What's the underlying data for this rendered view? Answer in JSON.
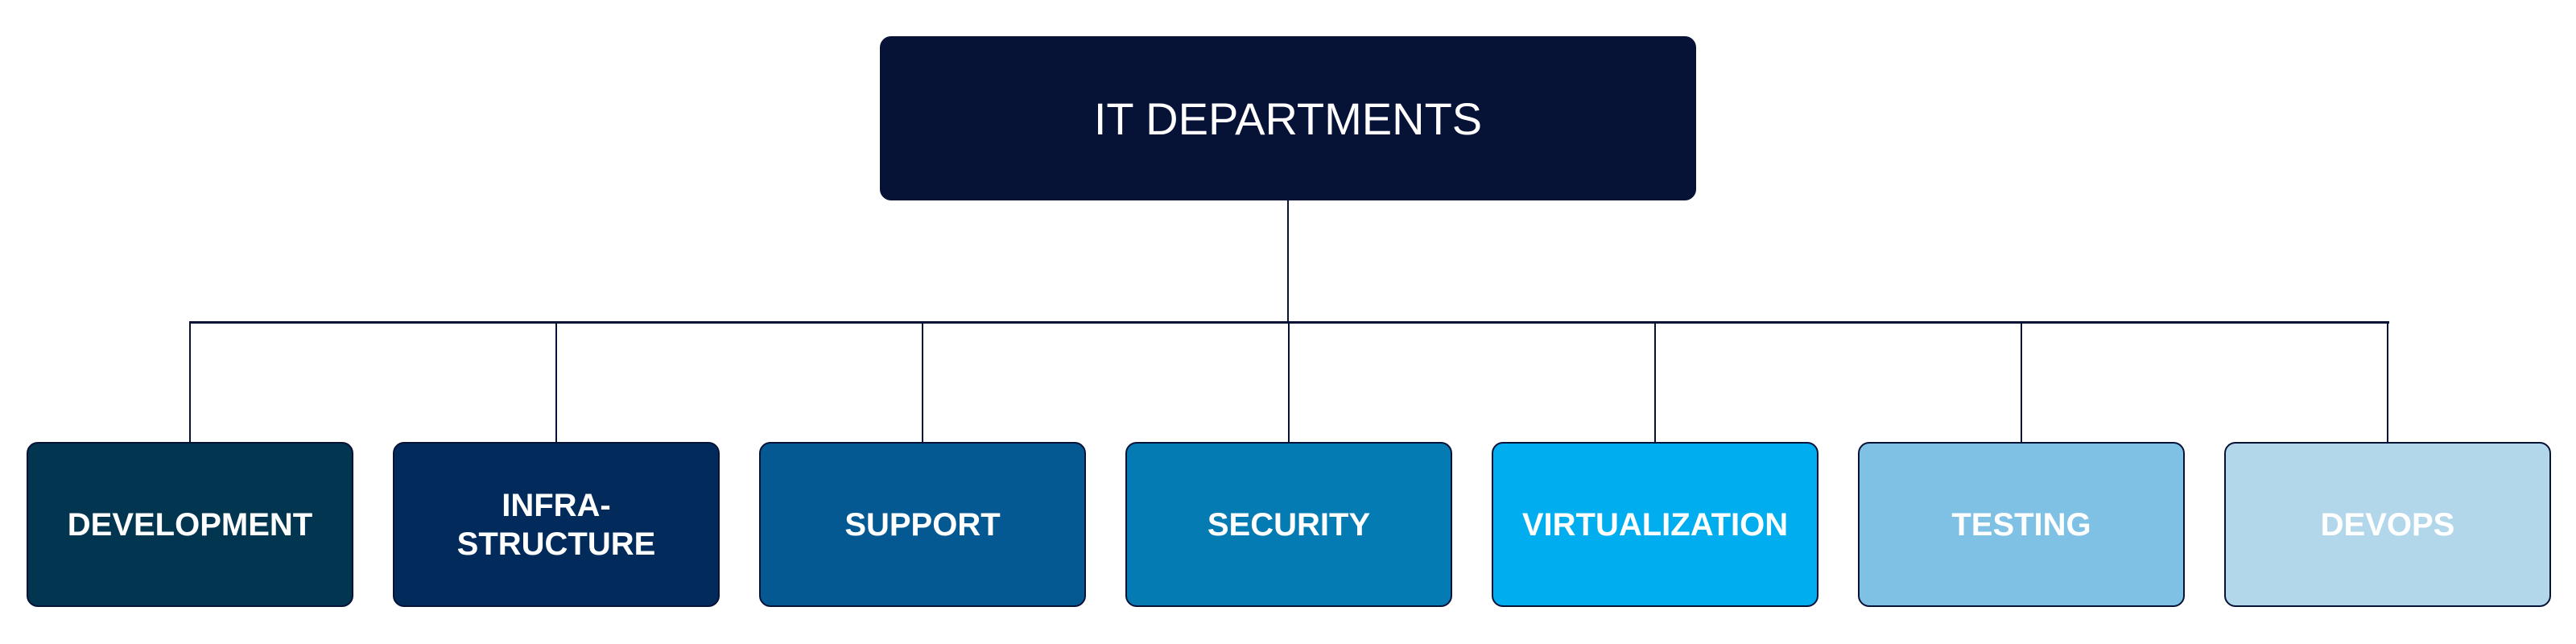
{
  "root": {
    "label": "IT DEPARTMENTS",
    "color": "#071237"
  },
  "departments": [
    {
      "label": "DEVELOPMENT",
      "color": "#02354f"
    },
    {
      "label": "INFRA-\nSTRUCTURE",
      "color": "#022b5c"
    },
    {
      "label": "SUPPORT",
      "color": "#045993"
    },
    {
      "label": "SECURITY",
      "color": "#057bb4"
    },
    {
      "label": "VIRTUALIZATION",
      "color": "#00aeef"
    },
    {
      "label": "TESTING",
      "color": "#7fc1e5"
    },
    {
      "label": "DEVOPS",
      "color": "#b2d7ea"
    }
  ]
}
